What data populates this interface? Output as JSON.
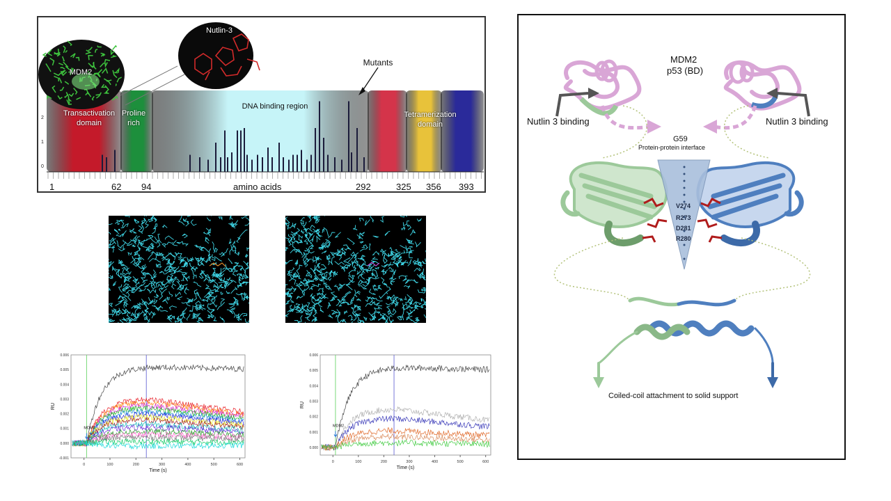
{
  "domain_map": {
    "ligand_label": "Nutlin-3",
    "protein_label": "MDM2",
    "mutants_label": "Mutants",
    "domains": [
      {
        "name": "Transactivation domain",
        "lines": [
          "Transactivation",
          "domain"
        ],
        "color": "#c41a2a"
      },
      {
        "name": "Proline rich",
        "lines": [
          "Proline",
          "rich"
        ],
        "color": "#1d8f3c"
      },
      {
        "name": "DNA binding region",
        "lines": [
          "DNA binding region"
        ],
        "color": "#c6f4f8"
      },
      {
        "name": "",
        "lines": [],
        "color": "#d4344a"
      },
      {
        "name": "Tetramerization domain",
        "lines": [
          "Tetramerization",
          "domain"
        ],
        "color": "#e8c23a"
      },
      {
        "name": "",
        "lines": [],
        "color": "#2a2a9a"
      }
    ],
    "positions": [
      "1",
      "62",
      "94",
      "292",
      "325",
      "356",
      "393"
    ],
    "axis_label": "amino acids",
    "y_ticks": [
      "0",
      "1",
      "2"
    ]
  },
  "structure_panel": {
    "title_line1": "MDM2",
    "title_line2": "p53 (BD)",
    "left_binding": "Nutlin 3 binding",
    "right_binding": "Nutlin 3 binding",
    "interface_residue": "G59",
    "interface_label": "Protein-protein interface",
    "residues": [
      "V274",
      "R273",
      "D281",
      "R280"
    ],
    "support_label": "Coiled-coil attachment to solid support",
    "colors": {
      "mdm2": "#d9a6d6",
      "chain_a": "#9cc99a",
      "chain_b": "#4f7fbf",
      "sidechains": "#b01c1c",
      "cone": "#a9bfdc"
    }
  },
  "chart_data": [
    {
      "type": "line",
      "title": "",
      "xlabel": "Time (s)",
      "ylabel": "RU",
      "xlim": [
        -50,
        620
      ],
      "ylim": [
        -0.001,
        0.006
      ],
      "x_ticks": [
        0,
        100,
        200,
        300,
        400,
        500,
        600
      ],
      "y_ticks": [
        -0.001,
        0.0,
        0.001,
        0.002,
        0.003,
        0.004,
        0.005,
        0.006
      ],
      "y_tick_labels": [
        "-0.001",
        "0.000",
        "0.001",
        "0.002",
        "0.003",
        "0.004",
        "0.005",
        "0.006"
      ],
      "annotation": "MDM2",
      "injection_start_s": 10,
      "injection_end_s": 240,
      "series": [
        {
          "color": "#444444",
          "plateau": 0.0052
        },
        {
          "color": "#e8222a",
          "plateau": 0.003
        },
        {
          "color": "#ff8c1a",
          "plateau": 0.0028
        },
        {
          "color": "#d62ad6",
          "plateau": 0.0026
        },
        {
          "color": "#22b622",
          "plateau": 0.0024
        },
        {
          "color": "#1c8fd9",
          "plateau": 0.0022
        },
        {
          "color": "#2b2bd9",
          "plateau": 0.002
        },
        {
          "color": "#e8e822",
          "plateau": 0.0018
        },
        {
          "color": "#a02020",
          "plateau": 0.0016
        },
        {
          "color": "#14b8b8",
          "plateau": 0.0013
        },
        {
          "color": "#6b2bd9",
          "plateau": 0.0011
        },
        {
          "color": "#2b9a2b",
          "plateau": 0.0008
        },
        {
          "color": "#ff66cc",
          "plateau": 0.0006
        },
        {
          "color": "#7a7a7a",
          "plateau": 0.0004
        },
        {
          "color": "#11cc66",
          "plateau": 0.0001
        },
        {
          "color": "#1ad9d9",
          "plateau": -0.0002
        }
      ]
    },
    {
      "type": "line",
      "title": "",
      "xlabel": "Time (s)",
      "ylabel": "RU",
      "xlim": [
        -50,
        620
      ],
      "ylim": [
        -0.0005,
        0.006
      ],
      "x_ticks": [
        0,
        100,
        200,
        300,
        400,
        500,
        600
      ],
      "y_ticks": [
        0.0,
        0.001,
        0.002,
        0.003,
        0.004,
        0.005,
        0.006
      ],
      "y_tick_labels": [
        "0.000",
        "0.001",
        "0.002",
        "0.003",
        "0.004",
        "0.005",
        "0.006"
      ],
      "annotation": "MDM2",
      "injection_start_s": 10,
      "injection_end_s": 240,
      "series": [
        {
          "color": "#444444",
          "plateau": 0.0052
        },
        {
          "color": "#b0b0b0",
          "plateau": 0.0025
        },
        {
          "color": "#3a3ab8",
          "plateau": 0.0019
        },
        {
          "color": "#e06a2a",
          "plateau": 0.0011
        },
        {
          "color": "#d98a5a",
          "plateau": 0.0007
        },
        {
          "color": "#44cc44",
          "plateau": 0.0003
        }
      ]
    }
  ]
}
